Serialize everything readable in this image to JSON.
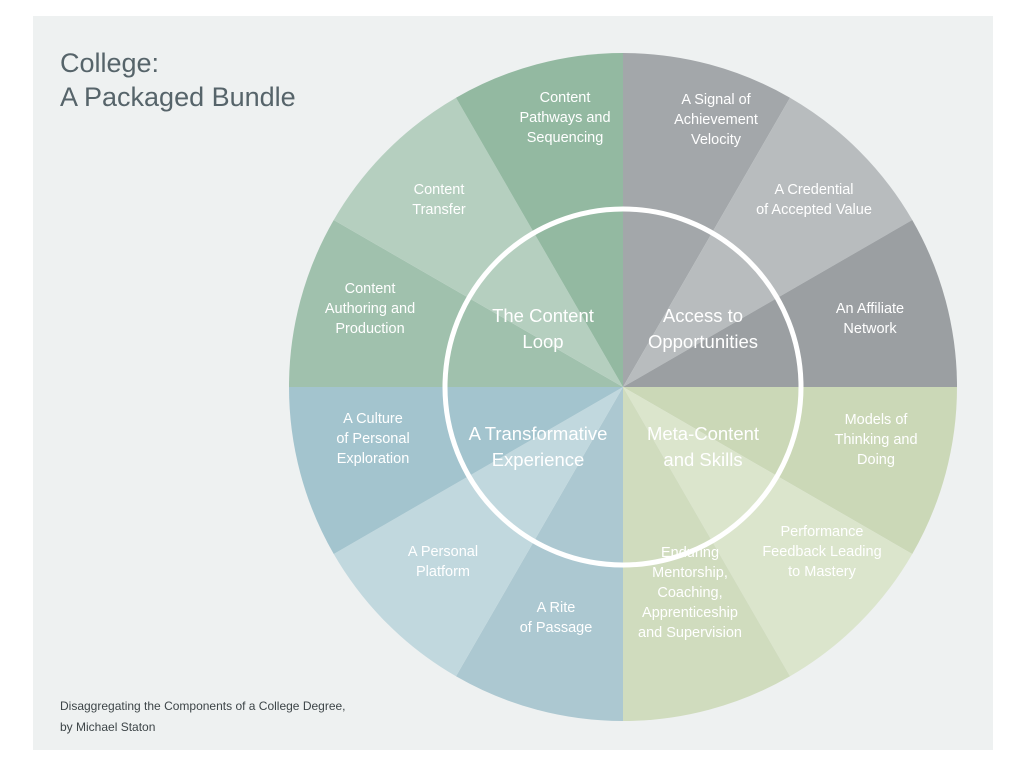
{
  "title": {
    "line1": "College:",
    "line2": "A Packaged Bundle"
  },
  "caption": {
    "line1": "Disaggregating the Components of a College Degree,",
    "line2": "by Michael Staton"
  },
  "colors": {
    "panel": "#eef1f1",
    "ring": "#ffffff",
    "content_loop": [
      "#a0c1ad",
      "#b5cfbf",
      "#93b9a1"
    ],
    "access": [
      "#a3a7aa",
      "#b8bcbe",
      "#9b9fa2"
    ],
    "meta": [
      "#cbd8b7",
      "#dbe5cc",
      "#d0dcbe"
    ],
    "transformative": [
      "#acc8d1",
      "#c1d8de",
      "#a3c4ce"
    ]
  },
  "quadrants": [
    {
      "id": "content-loop",
      "lines": [
        "The Content",
        "Loop"
      ]
    },
    {
      "id": "access-to-opportunities",
      "lines": [
        "Access to",
        "Opportunities"
      ]
    },
    {
      "id": "meta-content-and-skills",
      "lines": [
        "Meta-Content",
        "and Skills"
      ]
    },
    {
      "id": "transformative-experience",
      "lines": [
        "A Transformative",
        "Experience"
      ]
    }
  ],
  "segments": [
    {
      "id": "achievement-velocity",
      "quadrant": "access",
      "lines": [
        "A Signal of",
        "Achievement",
        "Velocity"
      ]
    },
    {
      "id": "credential",
      "quadrant": "access",
      "lines": [
        "A Credential",
        "of Accepted Value"
      ]
    },
    {
      "id": "affiliate-network",
      "quadrant": "access",
      "lines": [
        "An Affiliate",
        "Network"
      ]
    },
    {
      "id": "models-of-thinking",
      "quadrant": "meta",
      "lines": [
        "Models of",
        "Thinking and",
        "Doing"
      ]
    },
    {
      "id": "performance-feedback",
      "quadrant": "meta",
      "lines": [
        "Performance",
        "Feedback Leading",
        "to Mastery"
      ]
    },
    {
      "id": "mentorship",
      "quadrant": "meta",
      "lines": [
        "Enduring",
        "Mentorship,",
        "Coaching,",
        "Apprenticeship",
        "and Supervision"
      ]
    },
    {
      "id": "rite-of-passage",
      "quadrant": "transformative",
      "lines": [
        "A Rite",
        "of Passage"
      ]
    },
    {
      "id": "personal-platform",
      "quadrant": "transformative",
      "lines": [
        "A Personal",
        "Platform"
      ]
    },
    {
      "id": "culture-of-exploration",
      "quadrant": "transformative",
      "lines": [
        "A Culture",
        "of Personal",
        "Exploration"
      ]
    },
    {
      "id": "content-authoring",
      "quadrant": "content_loop",
      "lines": [
        "Content",
        "Authoring and",
        "Production"
      ]
    },
    {
      "id": "content-transfer",
      "quadrant": "content_loop",
      "lines": [
        "Content",
        "Transfer"
      ]
    },
    {
      "id": "content-pathways",
      "quadrant": "content_loop",
      "lines": [
        "Content",
        "Pathways and",
        "Sequencing"
      ]
    }
  ]
}
